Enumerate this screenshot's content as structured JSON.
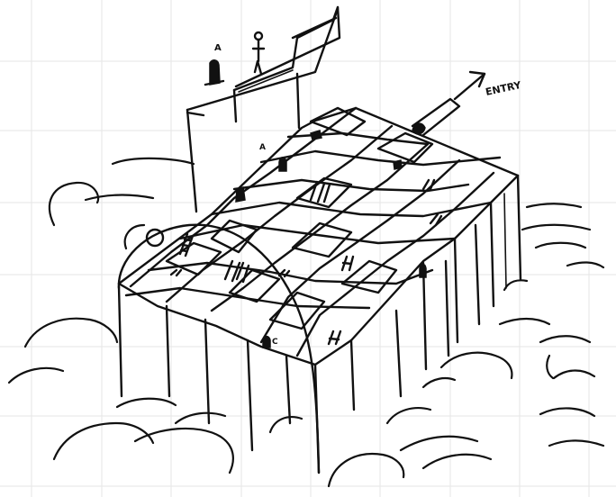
{
  "labels": {
    "entry": "ENTRY",
    "a_upper": "A",
    "a_lower": "A",
    "c": "C"
  },
  "colors": {
    "ink": "#111111",
    "grid": "#e6e6e6",
    "paper": "#ffffff"
  }
}
